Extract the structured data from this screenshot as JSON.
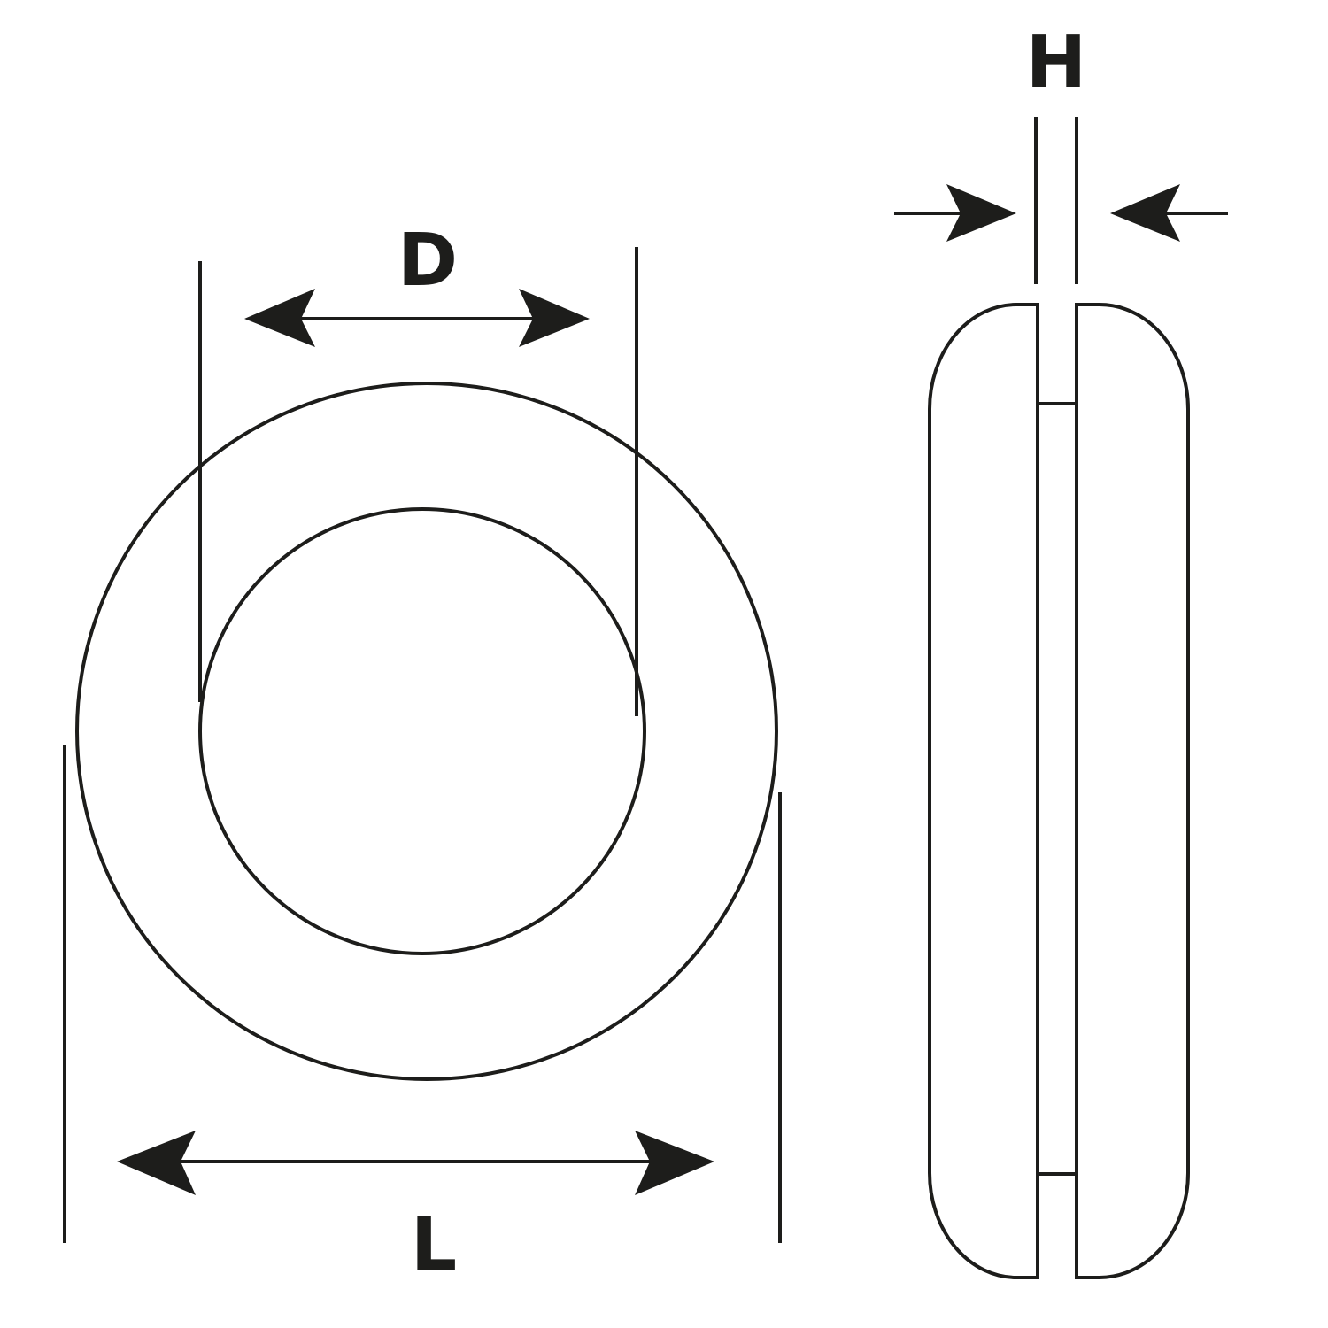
{
  "labels": {
    "inner_diameter": "D",
    "outer_diameter": "L",
    "thickness": "H"
  },
  "colors": {
    "line": "#1d1d1b",
    "background": "#ffffff"
  }
}
